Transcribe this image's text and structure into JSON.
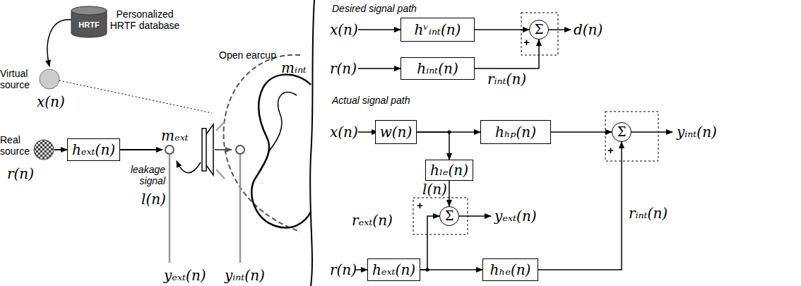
{
  "diagram": {
    "nodes": [
      {
        "text": [
          "HRTF"
        ]
      },
      {
        "text": [
          "hₑₓₜ(n)"
        ]
      },
      {
        "text": [
          "hᵛᵢₙₜ(n)"
        ]
      },
      {
        "text": [
          "Σ"
        ]
      },
      {
        "text": [
          "hᵢₙₜ(n)"
        ]
      },
      {
        "text": [
          "w(n)"
        ]
      },
      {
        "text": [
          "hₕₚ(n)"
        ]
      },
      {
        "text": [
          "Σ"
        ]
      },
      {
        "text": [
          "hₗₑ(n)"
        ]
      },
      {
        "text": [
          "Σ"
        ]
      },
      {
        "text": [
          "hₑₓₜ(n)"
        ]
      },
      {
        "text": [
          "hₕₑ(n)"
        ]
      }
    ],
    "edges": [
      {
        "from": 2,
        "to": 3,
        "arrow": "to"
      },
      {
        "from": 4,
        "to": 3,
        "arrow": "to"
      },
      {
        "from": 5,
        "to": 6,
        "arrow": "to"
      },
      {
        "from": 6,
        "to": 7,
        "arrow": "to"
      },
      {
        "from": 5,
        "to": 8,
        "arrow": "to"
      },
      {
        "from": 8,
        "to": 9,
        "arrow": "to"
      },
      {
        "from": 10,
        "to": 9,
        "arrow": "to"
      },
      {
        "from": 10,
        "to": 11,
        "arrow": "to"
      },
      {
        "from": 11,
        "to": 7,
        "arrow": "to"
      }
    ],
    "labels": [
      "Personalized HRTF database",
      "Virtual source",
      "x(n)",
      "Open earcup",
      "Real source",
      "r(n)",
      "mₑₓₜ",
      "mᵢₙₜ",
      "leakage signal",
      "l(n)",
      "yₑₓₜ(n)",
      "yᵢₙₜ(n)",
      "Desired signal path",
      "x(n)",
      "d(n)",
      "+",
      "r(n)",
      "rᵢₙₜ(n)",
      "Actual signal path",
      "x(n)",
      "yᵢₙₜ(n)",
      "+",
      "l(n)",
      "+",
      "rₑₓₜ(n)",
      "yₑₓₜ(n)",
      "rᵢₙₜ(n)",
      "r(n)"
    ]
  }
}
